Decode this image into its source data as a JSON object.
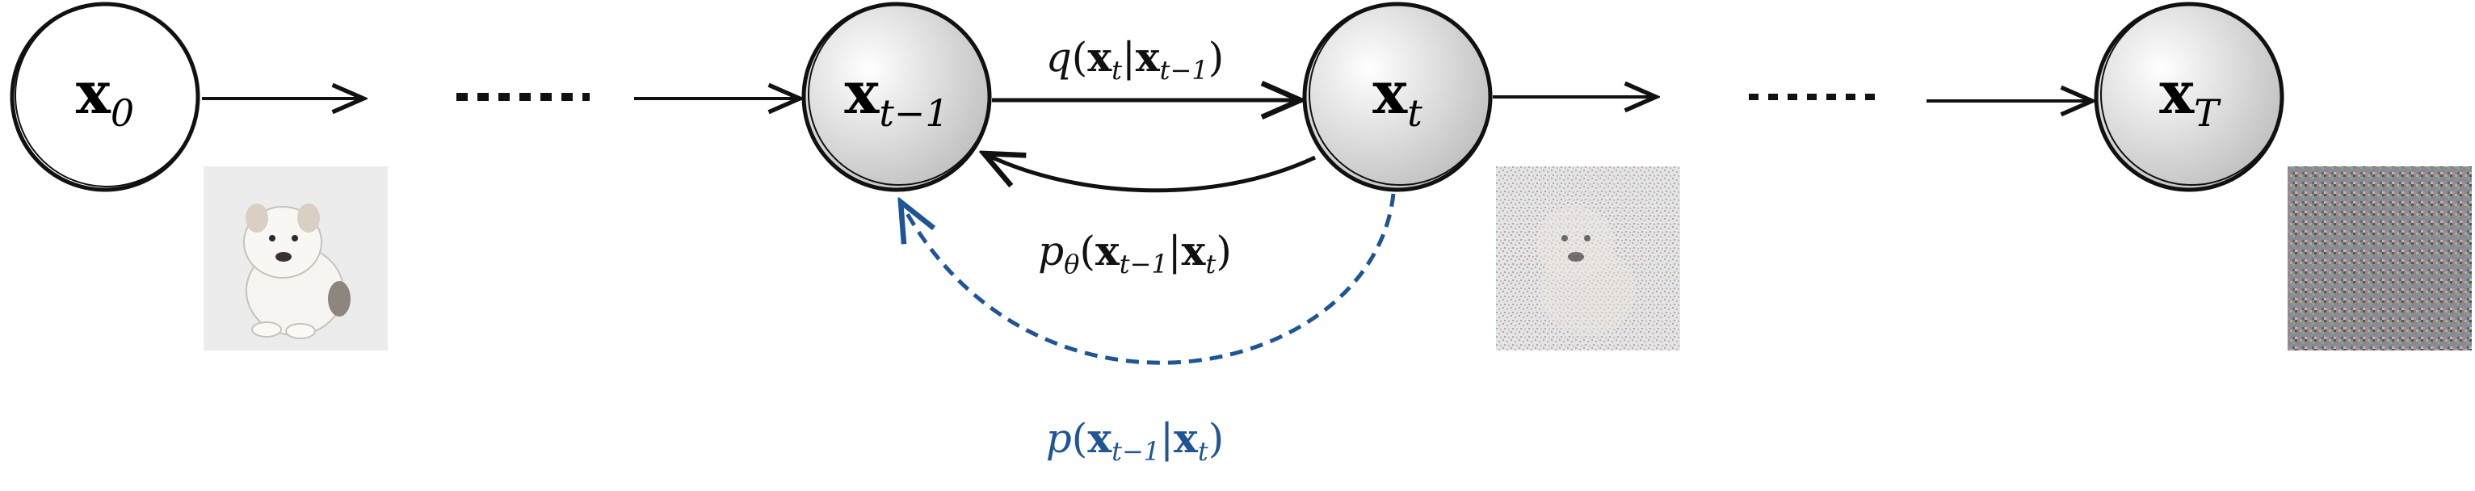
{
  "nodes": {
    "x0": {
      "symbol": "x",
      "subscript": "0"
    },
    "xt_1": {
      "symbol": "x",
      "subscript": "t−1"
    },
    "xt": {
      "symbol": "x",
      "subscript": "t"
    },
    "xT": {
      "symbol": "x",
      "subscript": "T"
    }
  },
  "edges": {
    "forward_q": {
      "func": "q",
      "target": "x",
      "target_sub": "t",
      "given": "x",
      "given_sub": "t−1"
    },
    "reverse_p_theta": {
      "func": "p",
      "func_sub": "θ",
      "target": "x",
      "target_sub": "t−1",
      "given": "x",
      "given_sub": "t"
    },
    "true_reverse_p": {
      "func": "p",
      "target": "x",
      "target_sub": "t−1",
      "given": "x",
      "given_sub": "t"
    }
  },
  "ellipsis": "......",
  "colors": {
    "ink": "#111111",
    "node_fill_light": "#ffffff",
    "node_fill_shaded": "#cfcfcf",
    "accent_blue": "#1f5596"
  },
  "images": {
    "clean": "dog-photo",
    "noisy": "noisy-dog-photo",
    "pure_noise": "gaussian-noise"
  }
}
